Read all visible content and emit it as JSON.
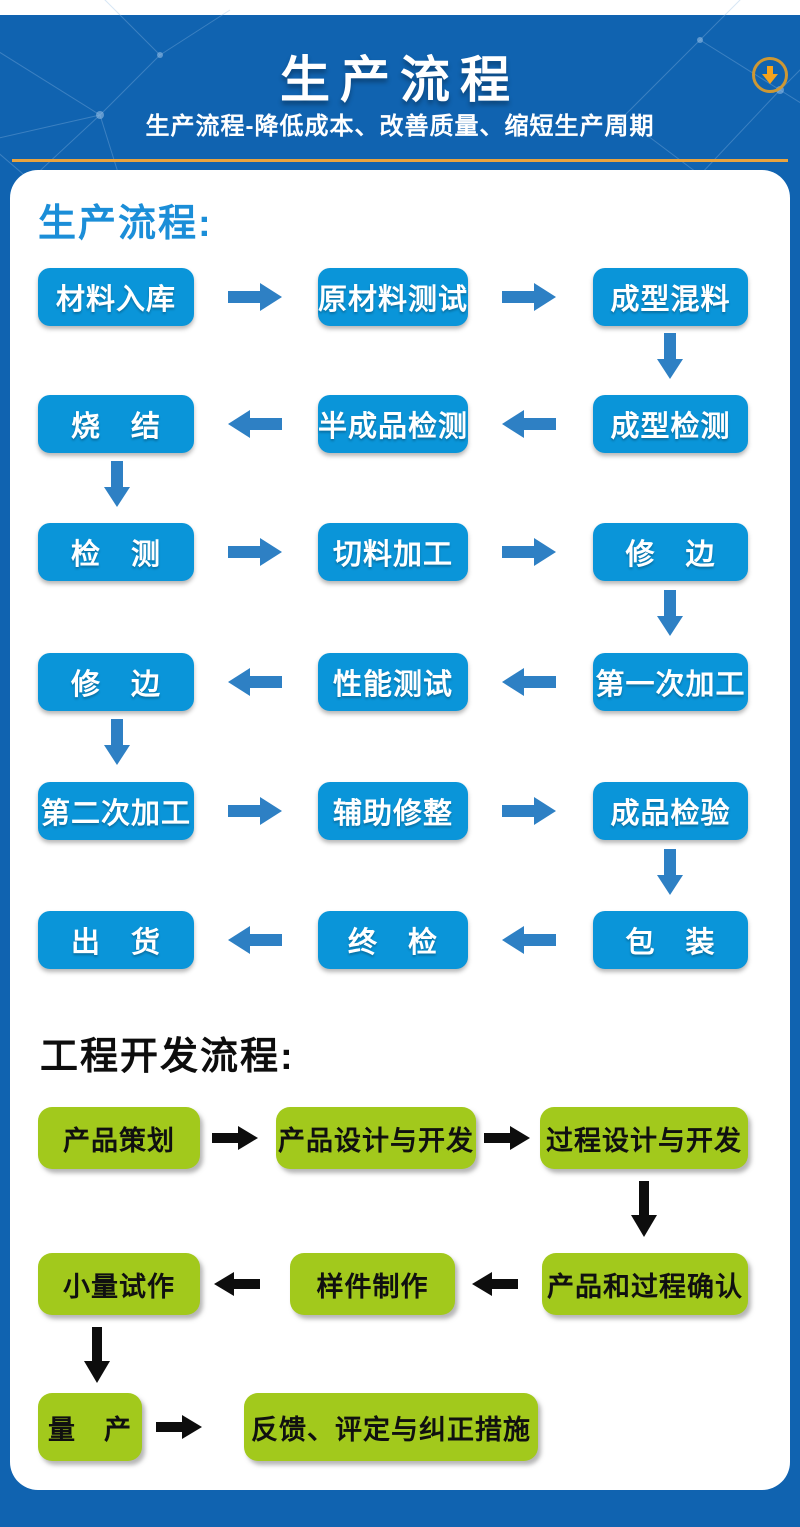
{
  "header": {
    "title": "生产流程",
    "subtitle": "生产流程-降低成本、改善质量、缩短生产周期"
  },
  "colors": {
    "page_bg": "#1063b0",
    "card_bg": "#ffffff",
    "gold_line": "#e8a33f",
    "gold_icon": "#cd9834",
    "orange_arrow": "#f5a31d",
    "blue_box": "#0a95d9",
    "blue_arrow": "#2e80c4",
    "blue_heading": "#1b8ed8",
    "green_box": "#a2c91c",
    "black": "#0d0d0d"
  },
  "production_flow": {
    "heading": "生产流程:",
    "rows": [
      {
        "direction": "right",
        "boxes": [
          "材料入库",
          "原材料测试",
          "成型混料"
        ]
      },
      {
        "direction": "left",
        "boxes": [
          "烧　结",
          "半成品检测",
          "成型检测"
        ]
      },
      {
        "direction": "right",
        "boxes": [
          "检　测",
          "切料加工",
          "修　边"
        ]
      },
      {
        "direction": "left",
        "boxes": [
          "修　边",
          "性能测试",
          "第一次加工"
        ]
      },
      {
        "direction": "right",
        "boxes": [
          "第二次加工",
          "辅助修整",
          "成品检验"
        ]
      },
      {
        "direction": "left",
        "boxes": [
          "出　货",
          "终　检",
          "包　装"
        ]
      }
    ]
  },
  "engineering_flow": {
    "heading": "工程开发流程:",
    "rows": [
      {
        "direction": "right",
        "boxes": [
          "产品策划",
          "产品设计与开发",
          "过程设计与开发"
        ]
      },
      {
        "direction": "left",
        "boxes": [
          "小量试作",
          "样件制作",
          "产品和过程确认"
        ]
      },
      {
        "direction": "right",
        "boxes": [
          "量　产",
          "反馈、评定与纠正措施"
        ]
      }
    ]
  }
}
